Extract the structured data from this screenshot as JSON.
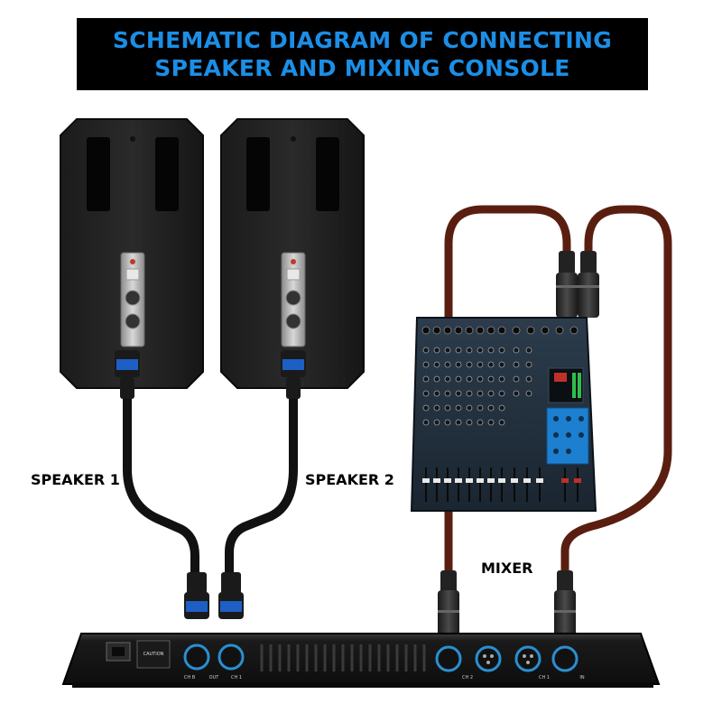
{
  "title": {
    "line1": "SCHEMATIC DIAGRAM OF CONNECTING",
    "line2": "SPEAKER AND MIXING CONSOLE",
    "color": "#1c8ee6"
  },
  "labels": {
    "speaker1": "SPEAKER 1",
    "speaker2": "SPEAKER 2",
    "mixer": "MIXER"
  },
  "amplifier": {
    "caution": "CAUTION",
    "channel_b": "CH B",
    "channel_a": "CH 1",
    "out": "OUT",
    "input_ch2": "CH 2",
    "input_ch1": "CH 1",
    "in": "IN"
  },
  "colors": {
    "speaker_cable": "#111111",
    "xlr_cable": "#5a1e10",
    "connector_accent": "#1d5fc4",
    "xlr_ring": "#2a8fd0"
  },
  "icons": [
    "speaker-icon",
    "mixer-icon",
    "amplifier-icon",
    "speakon-connector-icon",
    "xlr-connector-icon"
  ]
}
